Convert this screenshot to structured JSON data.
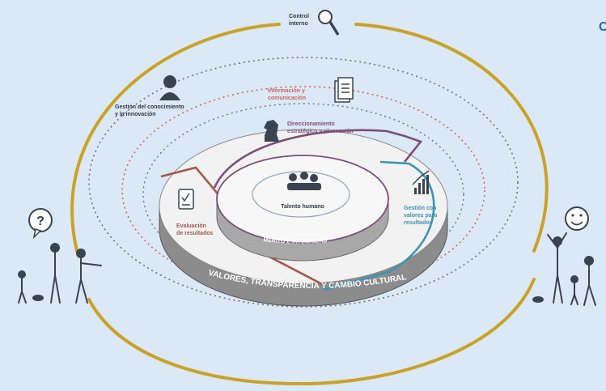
{
  "colors": {
    "background": "#dbe9f7",
    "outer_ring": "#c9a227",
    "dotted_dark": "#6a7380",
    "dotted_red": "#d0655a",
    "brown_segment": "#a45a4a",
    "purple_segment": "#7b4f7a",
    "teal_segment": "#3a94b5",
    "disc_top": "#f2f2f2",
    "disc_side": "#8c8c8c",
    "corner_letter": "#2b64b8"
  },
  "labels": {
    "control_interno": [
      "Control",
      "interno"
    ],
    "gestion_conocimiento": [
      "Gestión del conocimiento",
      "y la innovación"
    ],
    "informacion_comunicacion": [
      "Información y",
      "comunicación"
    ],
    "direccionamiento": [
      "Direccionamiento",
      "estratégico y planeación"
    ],
    "gestion_valores": [
      "Gestión con",
      "valores para",
      "resultados"
    ],
    "evaluacion": [
      "Evaluación",
      "de resultados"
    ],
    "talento_humano": "Talento humano",
    "merito": "MÉRITO E INTEGRIDAD",
    "valores": "VALORES, TRANSPARENCIA Y CAMBIO CULTURAL",
    "question_mark": "?",
    "corner_letter": "C"
  },
  "icons": [
    "magnifier-icon",
    "person-bust-icon",
    "document-icon",
    "chess-knight-icon",
    "bar-chart-icon",
    "checklist-icon",
    "people-group-icon",
    "question-bubble-icon",
    "smiley-icon"
  ]
}
